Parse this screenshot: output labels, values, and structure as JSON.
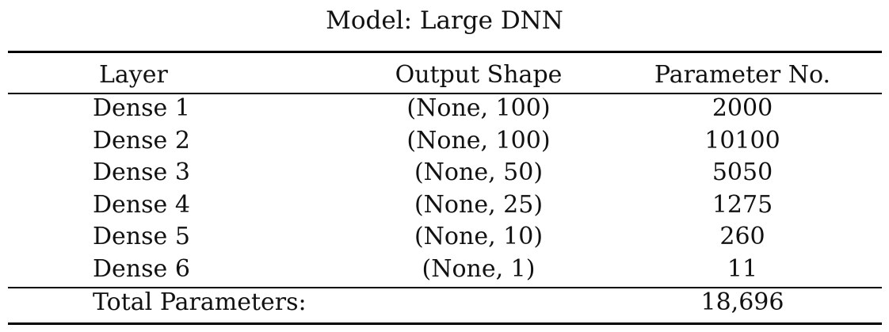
{
  "caption": "Model: Large DNN",
  "table": {
    "headers": [
      "Layer",
      "Output Shape",
      "Parameter No."
    ],
    "rows": [
      [
        "Dense 1",
        "(None, 100)",
        "2000"
      ],
      [
        "Dense 2",
        "(None, 100)",
        "10100"
      ],
      [
        "Dense 3",
        "(None, 50)",
        "5050"
      ],
      [
        "Dense 4",
        "(None, 25)",
        "1275"
      ],
      [
        "Dense 5",
        "(None, 10)",
        "260"
      ],
      [
        "Dense 6",
        "(None, 1)",
        "11"
      ]
    ],
    "total_label": "Total Parameters:",
    "total_value": "18,696"
  }
}
